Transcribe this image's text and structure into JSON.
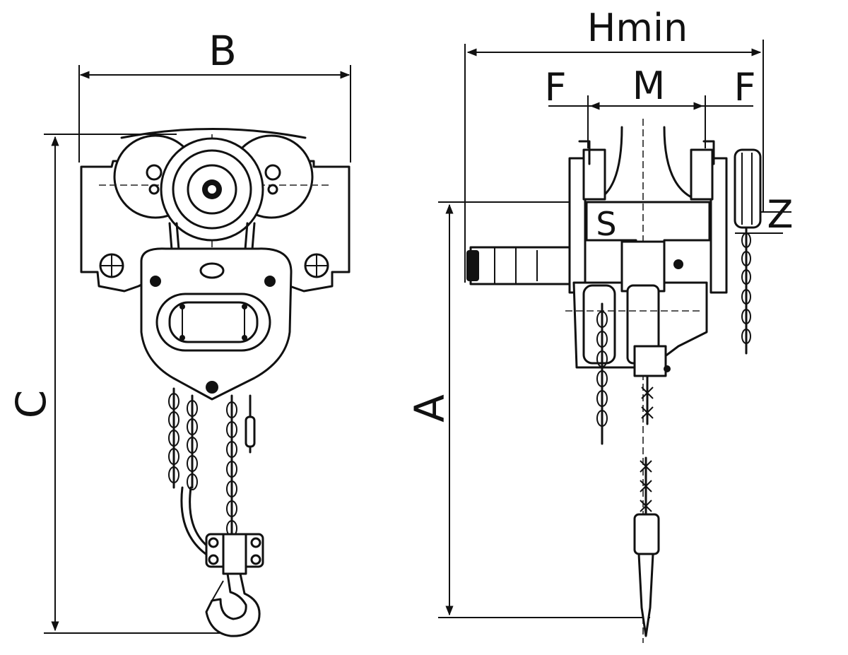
{
  "labels": {
    "B": "B",
    "C": "C",
    "A": "A",
    "Hmin": "Hmin",
    "F_left": "F",
    "M": "M",
    "F_right": "F",
    "Z": "Z",
    "S": "S"
  },
  "colors": {
    "ink": "#111111",
    "background": "#ffffff"
  }
}
